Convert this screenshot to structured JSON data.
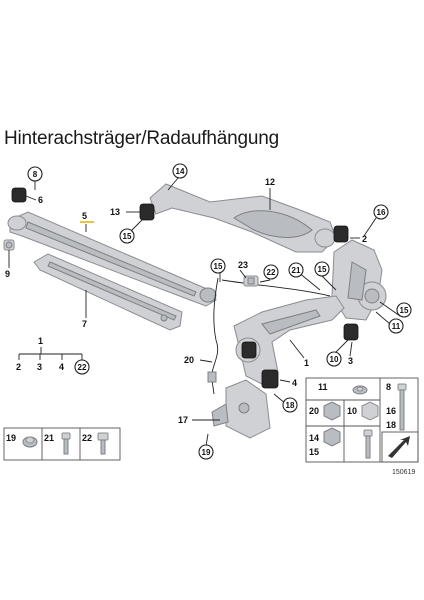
{
  "title": "Hinterachsträger/Radaufhängung",
  "diagram_id": "150619",
  "labels": {
    "l1": "1",
    "l2": "2",
    "l3": "3",
    "l4": "4",
    "l5": "5",
    "l6": "6",
    "l7": "7",
    "l8": "8",
    "l9": "9",
    "l10": "10",
    "l11": "11",
    "l12": "12",
    "l13": "13",
    "l14": "14",
    "l15": "15",
    "l16": "16",
    "l17": "17",
    "l18": "18",
    "l19": "19",
    "l20": "20",
    "l21": "21",
    "l22": "22",
    "l23": "23"
  },
  "tree": {
    "top": "1",
    "items": [
      "2",
      "3",
      "4",
      "22"
    ]
  },
  "box_left": [
    "19",
    "21",
    "22"
  ],
  "box_right": [
    "11",
    "8",
    "20",
    "10",
    "16",
    "18",
    "14",
    "15"
  ]
}
